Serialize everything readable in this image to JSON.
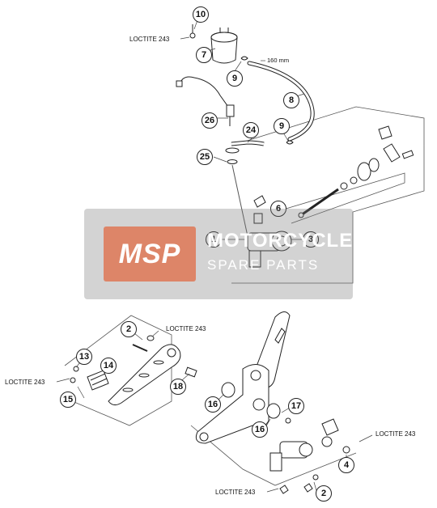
{
  "diagram": {
    "callouts": {
      "loctite_top": "LOCTITE 243",
      "loctite_left_upper": "LOCTITE 243",
      "loctite_left_lower": "LOCTITE 243",
      "loctite_right": "LOCTITE 243",
      "loctite_bottom": "LOCTITE 243"
    },
    "dimension_label": "160 mm",
    "parts": {
      "p10": "10",
      "p7": "7",
      "p9a": "9",
      "p8": "8",
      "p26": "26",
      "p24": "24",
      "p9b": "9",
      "p25": "25",
      "p6": "6",
      "p1": "1",
      "p3": "3",
      "p2a": "2",
      "p13": "13",
      "p14": "14",
      "p18": "18",
      "p15": "15",
      "p16a": "16",
      "p17": "17",
      "p16b": "16",
      "p4": "4",
      "p2b": "2"
    }
  },
  "watermark": {
    "logo": "MSP",
    "line1": "MOTORCYCLE",
    "line2": "SPARE PARTS",
    "color": "#e0704a"
  }
}
